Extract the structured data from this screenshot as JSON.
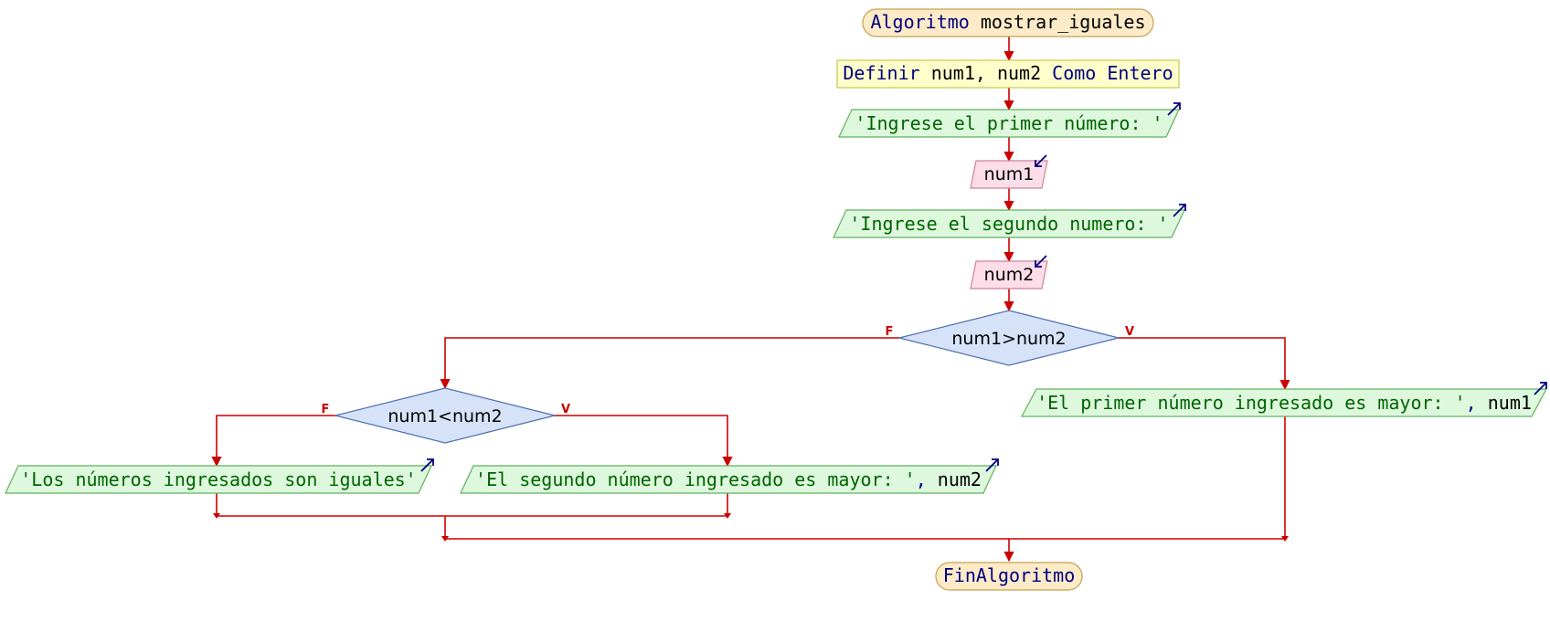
{
  "colors": {
    "arrow": "#cc0000",
    "terminal_fill": "#fdebc8",
    "terminal_stroke": "#c8a050",
    "process_fill": "#ffffcc",
    "process_stroke": "#c8c850",
    "output_fill": "#ddf8dd",
    "output_stroke": "#60b060",
    "input_fill": "#fcdde8",
    "input_stroke": "#d080a0",
    "decision_fill": "#d6e2f8",
    "decision_stroke": "#5070b0",
    "keyword_text": "#000080",
    "string_text": "#006400"
  },
  "icons": {
    "output_marker": "arrow-up-right-icon",
    "input_marker": "arrow-down-left-icon"
  },
  "nodes": {
    "start": {
      "keyword": "Algoritmo",
      "name": "mostrar_iguales"
    },
    "define": {
      "kw1": "Definir",
      "vars": "num1, num2",
      "kw2": "Como",
      "kw3": "Entero"
    },
    "out1": {
      "text": "'Ingrese el primer número: '"
    },
    "in1": {
      "text": "num1"
    },
    "out2": {
      "text": "'Ingrese el segundo numero: '"
    },
    "in2": {
      "text": "num2"
    },
    "cond1": {
      "text": "num1>num2",
      "false_label": "F",
      "true_label": "V"
    },
    "out_true1": {
      "str": "'El primer número ingresado es mayor: '",
      "sep": ",",
      "var": "num1"
    },
    "cond2": {
      "text": "num1<num2",
      "false_label": "F",
      "true_label": "V"
    },
    "out_equal": {
      "text": "'Los números ingresados son iguales'"
    },
    "out_true2": {
      "str": "'El segundo número ingresado es mayor: '",
      "sep": ",",
      "var": "num2"
    },
    "end": {
      "text": "FinAlgoritmo"
    }
  }
}
